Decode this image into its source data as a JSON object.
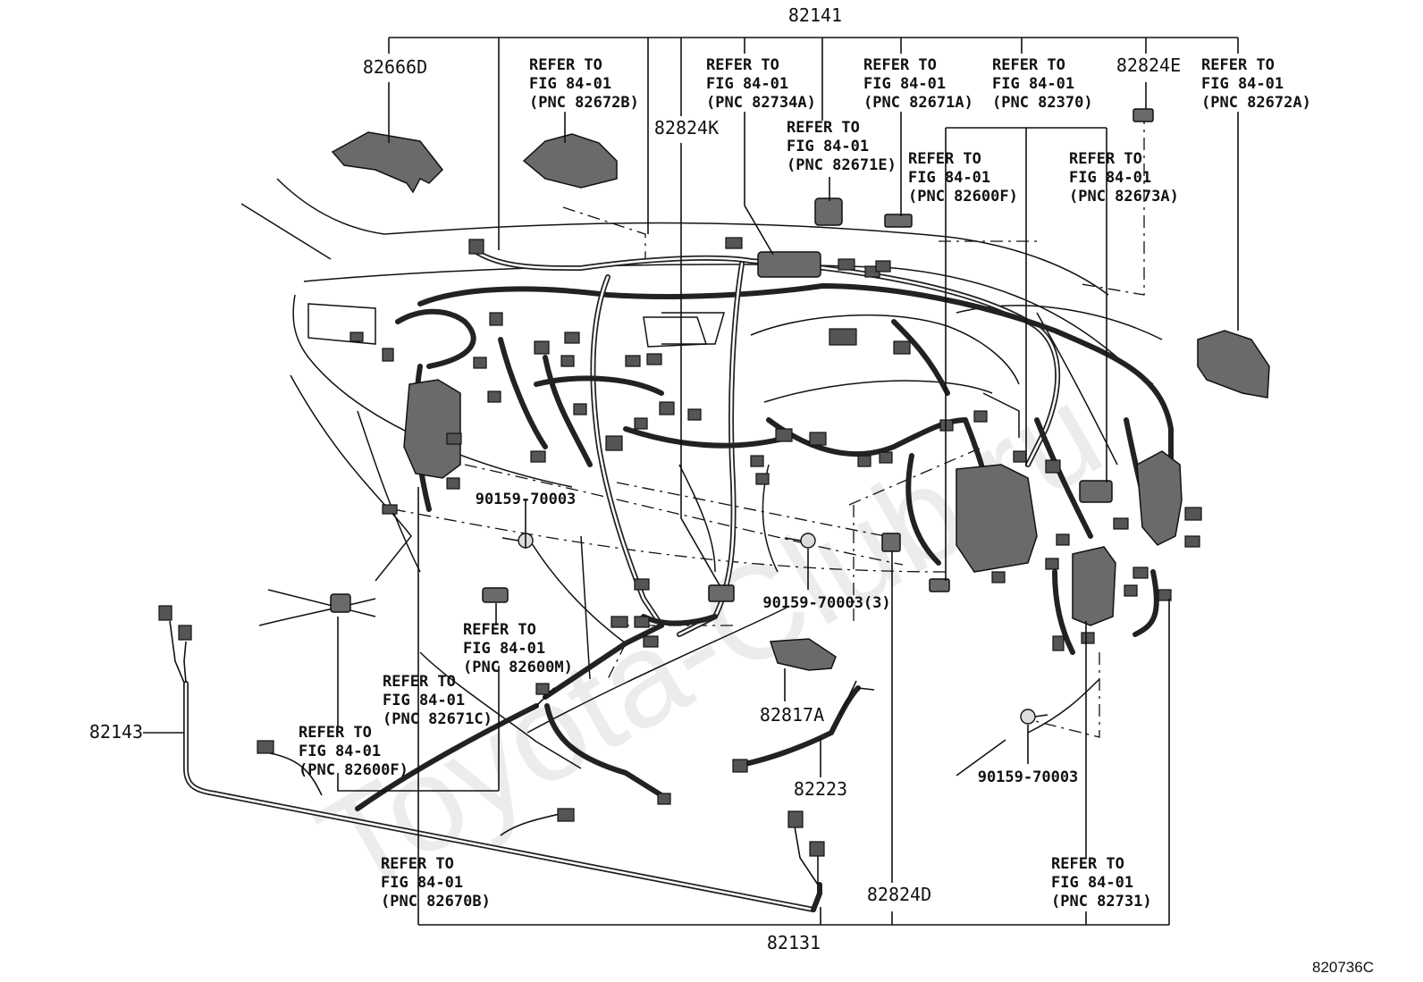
{
  "diagram": {
    "figure_id": "820736C",
    "watermark": "Toyota-Club.ru",
    "callouts": {
      "top_harness": "82141",
      "bottom_harness": "82131",
      "p82666D": "82666D",
      "p82824E": "82824E",
      "p82824K": "82824K",
      "p82143": "82143",
      "p82817A": "82817A",
      "p82223": "82223",
      "p82824D": "82824D",
      "bolt_left": "90159-70003",
      "bolt_mid": "90159-70003(3)",
      "bolt_right": "90159-70003"
    },
    "refers": [
      {
        "id": "r82672B",
        "line1": "REFER TO",
        "line2": "FIG 84-01",
        "line3": "(PNC 82672B)"
      },
      {
        "id": "r82734A",
        "line1": "REFER TO",
        "line2": "FIG 84-01",
        "line3": "(PNC 82734A)"
      },
      {
        "id": "r82671E",
        "line1": "REFER TO",
        "line2": "FIG 84-01",
        "line3": "(PNC 82671E)"
      },
      {
        "id": "r82671A",
        "line1": "REFER TO",
        "line2": "FIG 84-01",
        "line3": "(PNC 82671A)"
      },
      {
        "id": "r82370",
        "line1": "REFER TO",
        "line2": "FIG 84-01",
        "line3": "(PNC 82370)"
      },
      {
        "id": "r82672A",
        "line1": "REFER TO",
        "line2": "FIG 84-01",
        "line3": "(PNC 82672A)"
      },
      {
        "id": "r82600F_top",
        "line1": "REFER TO",
        "line2": "FIG 84-01",
        "line3": "(PNC 82600F)"
      },
      {
        "id": "r82673A",
        "line1": "REFER TO",
        "line2": "FIG 84-01",
        "line3": "(PNC 82673A)"
      },
      {
        "id": "r82600M",
        "line1": "REFER TO",
        "line2": "FIG 84-01",
        "line3": "(PNC 82600M)"
      },
      {
        "id": "r82671C",
        "line1": "REFER TO",
        "line2": "FIG 84-01",
        "line3": "(PNC 82671C)"
      },
      {
        "id": "r82600F_bot",
        "line1": "REFER TO",
        "line2": "FIG 84-01",
        "line3": "(PNC 82600F)"
      },
      {
        "id": "r82670B",
        "line1": "REFER TO",
        "line2": "FIG 84-01",
        "line3": "(PNC 82670B)"
      },
      {
        "id": "r82731",
        "line1": "REFER TO",
        "line2": "FIG 84-01",
        "line3": "(PNC 82731)"
      }
    ]
  }
}
